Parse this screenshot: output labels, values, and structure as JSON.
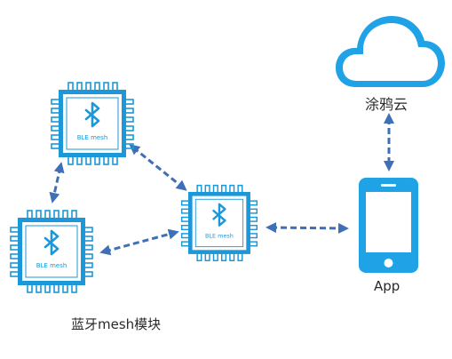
{
  "colors": {
    "chip_blue": "#1c98d8",
    "chip_fill": "#ffffff",
    "cloud_blue": "#1fa3e6",
    "phone_blue": "#1fa3e6",
    "arrow_blue": "#3f6fb6"
  },
  "icons": {
    "chip": "bluetooth-chip-icon",
    "cloud": "cloud-icon",
    "phone": "smartphone-icon",
    "bluetooth": "bluetooth-icon"
  },
  "chips": [
    {
      "id": "chip-top",
      "text": "BLE mesh"
    },
    {
      "id": "chip-left",
      "text": "BLE mesh"
    },
    {
      "id": "chip-center",
      "text": "BLE mesh"
    }
  ],
  "labels": {
    "cloud": "涂鸦云",
    "app": "App",
    "mesh": "蓝牙mesh模块"
  }
}
